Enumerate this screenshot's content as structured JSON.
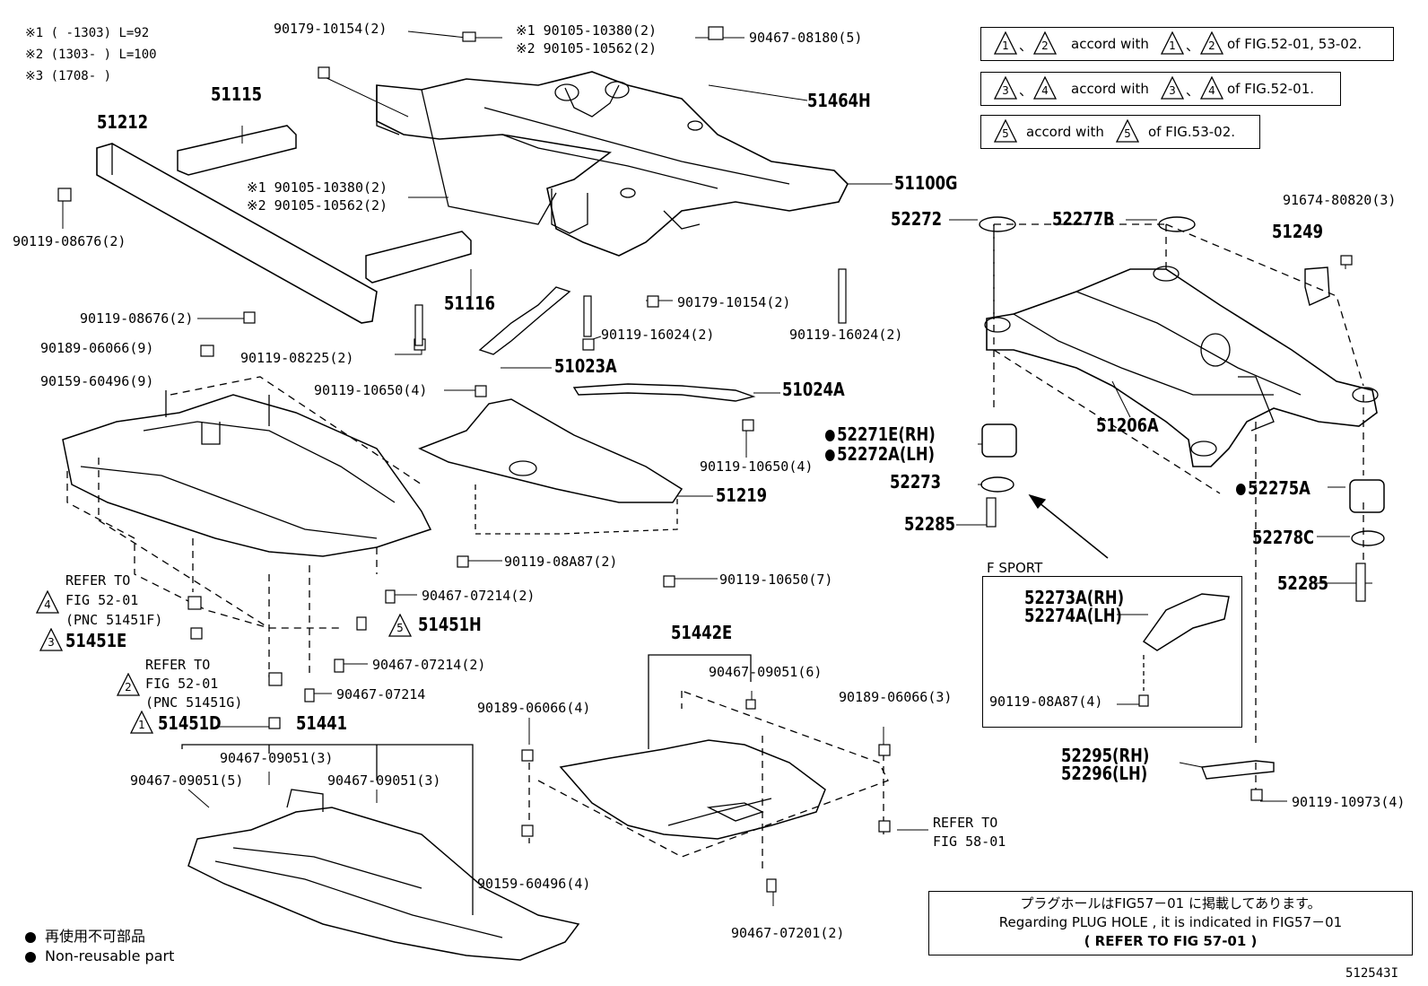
{
  "notes": [
    "※1 (      -1303) L=92",
    "※2 (1303-       ) L=100",
    "※3 (1708-       )"
  ],
  "accord_lines": [
    {
      "t1": "1",
      "t2": "2",
      "text_mid": "accord with",
      "t3": "1",
      "t4": "2",
      "text_end": "of FIG.52-01, 53-02."
    },
    {
      "t1": "3",
      "t2": "4",
      "text_mid": "accord with",
      "t3": "3",
      "t4": "4",
      "text_end": "of FIG.52-01."
    },
    {
      "t1": "5",
      "text_mid": "accord with",
      "t3": "5",
      "text_end": "of FIG.53-02."
    }
  ],
  "labels": {
    "p51212": "51212",
    "p51115": "51115",
    "p51116": "51116",
    "p51100G": "51100G",
    "p51464H": "51464H",
    "p51023A": "51023A",
    "p51024A": "51024A",
    "p51219": "51219",
    "p51441": "51441",
    "p51442E": "51442E",
    "p51451H": "51451H",
    "p51451E": "51451E",
    "p51451D": "51451D",
    "p52272": "52272",
    "p52277B": "52277B",
    "p51249": "51249",
    "p51206A": "51206A",
    "p52271E": "52271E(RH)",
    "p52272A": "52272A(LH)",
    "p52273": "52273",
    "p52285a": "52285",
    "p52275A": "52275A",
    "p52278C": "52278C",
    "p52285b": "52285",
    "p52273A": "52273A(RH)",
    "p52274A": "52274A(LH)",
    "p52295": "52295(RH)",
    "p52296": "52296(LH)",
    "b90179a": "90179-10154(2)",
    "b90105a1": "※1 90105-10380(2)",
    "b90105a2": "※2 90105-10562(2)",
    "b90467_08180": "90467-08180(5)",
    "b90105b1": "※1 90105-10380(2)",
    "b90105b2": "※2 90105-10562(2)",
    "b90119_08676a": "90119-08676(2)",
    "b90119_08676b": "90119-08676(2)",
    "b90189a": "90189-06066(9)",
    "b90159a": "90159-60496(9)",
    "b90119_08225": "90119-08225(2)",
    "b90179b": "90179-10154(2)",
    "b90119_16024a": "90119-16024(2)",
    "b90119_16024b": "90119-16024(2)",
    "b90119_10650a": "90119-10650(4)",
    "b90119_10650b": "90119-10650(4)",
    "b90119_08A87a": "90119-08A87(2)",
    "b90119_10650c": "90119-10650(7)",
    "b90467_07214a": "90467-07214(2)",
    "b90467_07214b": "90467-07214(2)",
    "b90467_07214c": "90467-07214",
    "b90467_09051a": "90467-09051(3)",
    "b90467_09051b": "90467-09051(5)",
    "b90467_09051c": "90467-09051(3)",
    "b90467_09051d": "90467-09051(6)",
    "b90189b": "90189-06066(4)",
    "b90189c": "90189-06066(3)",
    "b90159b": "90159-60496(4)",
    "b90467_07201": "90467-07201(2)",
    "b91674": "91674-80820(3)",
    "b90119_08A87b": "90119-08A87(4)",
    "b90119_10973": "90119-10973(4)"
  },
  "refer": {
    "r1_a": "REFER TO",
    "r1_b": "FIG 52-01",
    "r1_c": "(PNC 51451F)",
    "r1_num": "4",
    "r2_a": "REFER TO",
    "r2_b": "FIG 52-01",
    "r2_c": "(PNC 51451G)",
    "r2_num": "2",
    "e_num": "3",
    "h_num": "5",
    "d_num": "1",
    "r3_a": "REFER TO",
    "r3_b": "FIG 58-01"
  },
  "fsport": "F SPORT",
  "plug_note": {
    "jp": "プラグホールはFIG57－01 に掲載してあります。",
    "en": "Regarding  PLUG HOLE , it is indicated  in  FIG57－01",
    "ref": "(   REFER  TO  FIG  57-01   )"
  },
  "legend": {
    "jp": "再使用不可部品",
    "en": "Non-reusable part"
  },
  "figure_id": "512543I"
}
